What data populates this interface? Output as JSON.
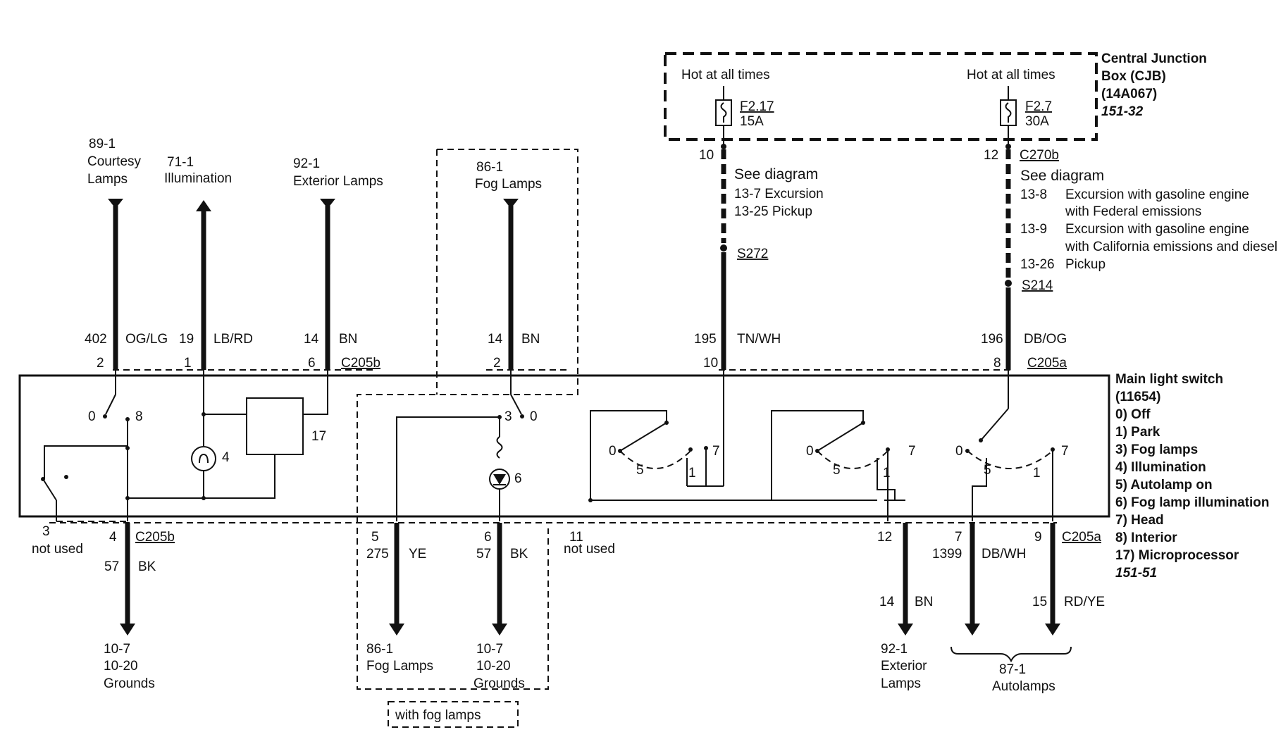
{
  "cjb": {
    "title1": "Central Junction",
    "title2": "Box (CJB)",
    "part": "(14A067)",
    "ref": "151-32",
    "hot_left": "Hot at all times",
    "hot_right": "Hot at all times"
  },
  "fuses": [
    {
      "id": "F2.17",
      "rating": "15A"
    },
    {
      "id": "F2.7",
      "rating": "30A"
    }
  ],
  "top_refs": [
    {
      "num": "89-1",
      "l1": "Courtesy",
      "l2": "Lamps"
    },
    {
      "num": "71-1",
      "l1": "Illumination",
      "l2": ""
    },
    {
      "num": "92-1",
      "l1": "Exterior Lamps",
      "l2": ""
    },
    {
      "num": "86-1",
      "l1": "Fog Lamps",
      "l2": ""
    }
  ],
  "wires_top": [
    {
      "circuit": "402",
      "color": "OG/LG",
      "pin": "2"
    },
    {
      "circuit": "19",
      "color": "LB/RD",
      "pin": "1"
    },
    {
      "circuit": "14",
      "color": "BN",
      "pin": "6"
    },
    {
      "circuit": "14",
      "color": "BN",
      "pin": "2"
    },
    {
      "circuit": "195",
      "color": "TN/WH",
      "pin": "10"
    },
    {
      "circuit": "196",
      "color": "DB/OG",
      "pin": "8"
    }
  ],
  "connectors": {
    "c205b": "C205b",
    "c205a": "C205a",
    "c270b": "C270b"
  },
  "feed_pins": {
    "left": "10",
    "right": "12"
  },
  "splices": {
    "s272": "S272",
    "s214": "S214"
  },
  "see_diagram_left": {
    "title": "See diagram",
    "l1": "13-7  Excursion",
    "l2": "13-25 Pickup"
  },
  "see_diagram_right": {
    "title": "See diagram",
    "r1n": "13-8",
    "r1a": "Excursion with gasoline engine",
    "r1b": "with Federal emissions",
    "r2n": "13-9",
    "r2a": "Excursion with gasoline engine",
    "r2b": "with California emissions and diesel",
    "r3n": "13-26",
    "r3a": "Pickup"
  },
  "switch_legend": {
    "title1": "Main light switch",
    "title2": "(11654)",
    "items": [
      "0) Off",
      "1) Park",
      "3) Fog lamps",
      "4) Illumination",
      "5) Autolamp on",
      "6) Fog lamp illumination",
      "7) Head",
      "8) Interior",
      "17) Microprocessor"
    ],
    "ref": "151-51"
  },
  "internal_labels": {
    "sw1_0": "0",
    "sw1_8": "8",
    "bulb4": "4",
    "micro17": "17",
    "fog3": "3",
    "fog0": "0",
    "led6": "6",
    "a0": "0",
    "a5": "5",
    "a1": "1",
    "a7": "7",
    "b0": "0",
    "b5": "5",
    "b1": "1",
    "b7": "7",
    "c0": "0",
    "c5": "5",
    "c1": "1",
    "c7": "7"
  },
  "bottom_pins": [
    {
      "pin": "3",
      "note": "not used"
    },
    {
      "pin": "4",
      "circuit": "57",
      "color": "BK"
    },
    {
      "pin": "5",
      "circuit": "275",
      "color": "YE"
    },
    {
      "pin": "6",
      "circuit": "57",
      "color": "BK"
    },
    {
      "pin": "11",
      "note": "not used"
    },
    {
      "pin": "12",
      "circuit": "14",
      "color": "BN"
    },
    {
      "pin": "7",
      "circuit": "1399",
      "color": "DB/WH"
    },
    {
      "pin": "9",
      "circuit": "15",
      "color": "RD/YE"
    }
  ],
  "bottom_refs": {
    "grounds1": {
      "l1": "10-7",
      "l2": "10-20",
      "l3": "Grounds"
    },
    "fog": {
      "l1": "86-1",
      "l2": "Fog Lamps"
    },
    "grounds2": {
      "l1": "10-7",
      "l2": "10-20",
      "l3": "Grounds"
    },
    "ext": {
      "l1": "92-1",
      "l2": "Exterior",
      "l3": "Lamps"
    },
    "auto": {
      "l1": "87-1",
      "l2": "Autolamps"
    }
  },
  "fog_note": "with fog lamps"
}
